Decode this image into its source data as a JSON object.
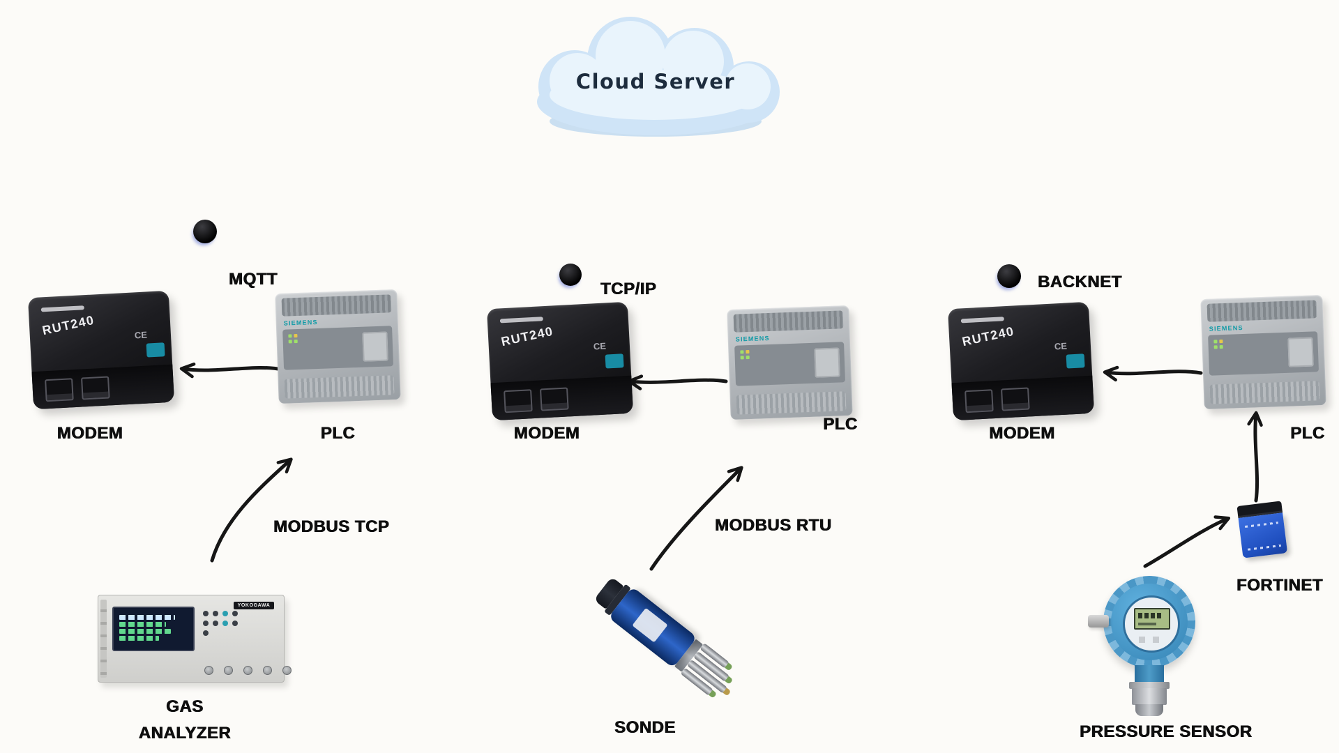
{
  "canvas": {
    "background": "#fcfbf8"
  },
  "cloud": {
    "label": "Cloud Server"
  },
  "device_text": {
    "modem_model": "RUT240",
    "modem_ce": "CE",
    "plc_brand": "SIEMENS",
    "analyzer_brand": "YOKOGAWA"
  },
  "left": {
    "protocol_label": "MQTT",
    "modem_label": "MODEM",
    "plc_label": "PLC",
    "link_label": "MODBUS TCP",
    "source_label_line1": "GAS",
    "source_label_line2": "ANALYZER"
  },
  "middle": {
    "protocol_label": "TCP/IP",
    "modem_label": "MODEM",
    "plc_label": "PLC",
    "link_label": "MODBUS RTU",
    "source_label": "SONDE"
  },
  "right": {
    "protocol_label": "BACKNET",
    "modem_label": "MODEM",
    "plc_label": "PLC",
    "gateway_label": "FORTINET",
    "source_label": "PRESSURE SENSOR"
  }
}
